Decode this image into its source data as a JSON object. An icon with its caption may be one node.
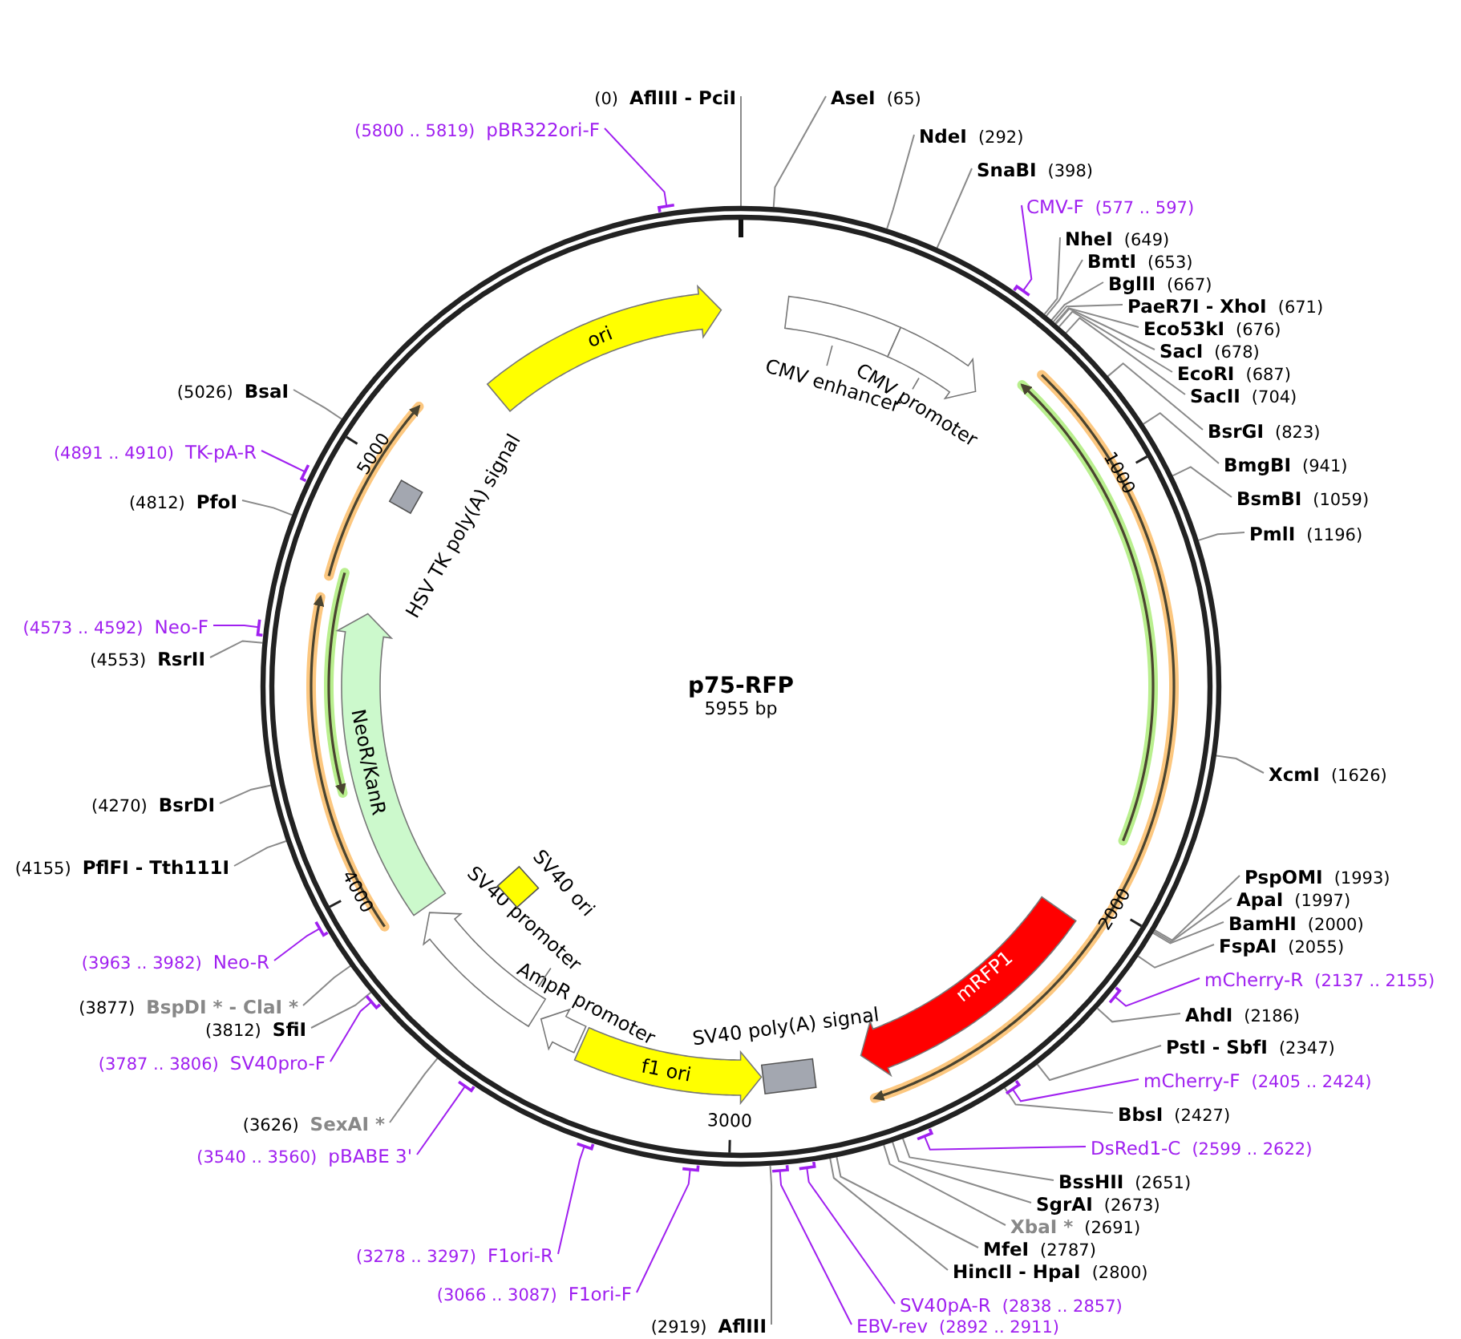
{
  "diagram": {
    "title": "p75-RFP",
    "nodes": [
      {
        "text": [
          "(0)",
          "AflIII - PciI"
        ]
      },
      {
        "text": [
          "AseI",
          "(65)"
        ]
      },
      {
        "text": [
          "NdeI",
          "(292)"
        ]
      },
      {
        "text": [
          "SnaBI",
          "(398)"
        ]
      },
      {
        "text": [
          "CMV-F",
          "(577 .. 597)"
        ]
      },
      {
        "text": [
          "NheI",
          "(649)"
        ]
      },
      {
        "text": [
          "BmtI",
          "(653)"
        ]
      },
      {
        "text": [
          "BglII",
          "(667)"
        ]
      },
      {
        "text": [
          "PaeR7I - XhoI",
          "(671)"
        ]
      },
      {
        "text": [
          "Eco53kI",
          "(676)"
        ]
      },
      {
        "text": [
          "SacI",
          "(678)"
        ]
      },
      {
        "text": [
          "EcoRI",
          "(687)"
        ]
      },
      {
        "text": [
          "SacII",
          "(704)"
        ]
      },
      {
        "text": [
          "BsrGI",
          "(823)"
        ]
      },
      {
        "text": [
          "BmgBI",
          "(941)"
        ]
      },
      {
        "text": [
          "BsmBI",
          "(1059)"
        ]
      },
      {
        "text": [
          "PmlI",
          "(1196)"
        ]
      },
      {
        "text": [
          "XcmI",
          "(1626)"
        ]
      },
      {
        "text": [
          "PspOMI",
          "(1993)"
        ]
      },
      {
        "text": [
          "ApaI",
          "(1997)"
        ]
      },
      {
        "text": [
          "BamHI",
          "(2000)"
        ]
      },
      {
        "text": [
          "FspAI",
          "(2055)"
        ]
      },
      {
        "text": [
          "mCherry-R",
          "(2137 .. 2155)"
        ]
      },
      {
        "text": [
          "AhdI",
          "(2186)"
        ]
      },
      {
        "text": [
          "PstI - SbfI",
          "(2347)"
        ]
      },
      {
        "text": [
          "mCherry-F",
          "(2405 .. 2424)"
        ]
      },
      {
        "text": [
          "BbsI",
          "(2427)"
        ]
      },
      {
        "text": [
          "DsRed1-C",
          "(2599 .. 2622)"
        ]
      },
      {
        "text": [
          "BssHII",
          "(2651)"
        ]
      },
      {
        "text": [
          "SgrAI",
          "(2673)"
        ]
      },
      {
        "text": [
          "XbaI *",
          "(2691)"
        ]
      },
      {
        "text": [
          "MfeI",
          "(2787)"
        ]
      },
      {
        "text": [
          "HincII - HpaI",
          "(2800)"
        ]
      },
      {
        "text": [
          "SV40pA-R",
          "(2838 .. 2857)"
        ]
      },
      {
        "text": [
          "EBV-rev",
          "(2892 .. 2911)"
        ]
      },
      {
        "text": [
          "(2919)",
          "AflIII"
        ]
      },
      {
        "text": [
          "(3066 .. 3087)",
          "F1ori-F"
        ]
      },
      {
        "text": [
          "(3278 .. 3297)",
          "F1ori-R"
        ]
      },
      {
        "text": [
          "(3540 .. 3560)",
          "pBABE 3'"
        ]
      },
      {
        "text": [
          "(3626)",
          "SexAI *"
        ]
      },
      {
        "text": [
          "(3787 .. 3806)",
          "SV40pro-F"
        ]
      },
      {
        "text": [
          "(3812)",
          "SfiI"
        ]
      },
      {
        "text": [
          "(3877)",
          "BspDI * - ClaI *"
        ]
      },
      {
        "text": [
          "(3963 .. 3982)",
          "Neo-R"
        ]
      },
      {
        "text": [
          "(4155)",
          "PflFI - Tth111I"
        ]
      },
      {
        "text": [
          "(4270)",
          "BsrDI"
        ]
      },
      {
        "text": [
          "(4553)",
          "RsrII"
        ]
      },
      {
        "text": [
          "(4573 .. 4592)",
          "Neo-F"
        ]
      },
      {
        "text": [
          "(4812)",
          "PfoI"
        ]
      },
      {
        "text": [
          "(4891 .. 4910)",
          "TK-pA-R"
        ]
      },
      {
        "text": [
          "(5026)",
          "BsaI"
        ]
      },
      {
        "text": [
          "(5800 .. 5819)",
          "pBR322ori-F"
        ]
      },
      {
        "text": [
          "ori"
        ]
      },
      {
        "text": [
          "CMV enhancer"
        ]
      },
      {
        "text": [
          "CMV promoter"
        ]
      },
      {
        "text": [
          "mRFP1"
        ]
      },
      {
        "text": [
          "SV40 poly(A) signal"
        ]
      },
      {
        "text": [
          "f1 ori"
        ]
      },
      {
        "text": [
          "AmpR promoter"
        ]
      },
      {
        "text": [
          "SV40 promoter"
        ]
      },
      {
        "text": [
          "SV40 ori"
        ]
      },
      {
        "text": [
          "NeoR/KanR"
        ]
      },
      {
        "text": [
          "HSV TK poly(A) signal"
        ]
      }
    ],
    "edges": [
      {
        "from": 0,
        "to": null,
        "arrow": "none"
      },
      {
        "from": 1,
        "to": null,
        "arrow": "none"
      },
      {
        "from": 2,
        "to": null,
        "arrow": "none"
      },
      {
        "from": 3,
        "to": null,
        "arrow": "none"
      },
      {
        "from": 4,
        "to": null,
        "arrow": "none",
        "color": "#a020f0"
      },
      {
        "from": 5,
        "to": null,
        "arrow": "none"
      },
      {
        "from": 6,
        "to": null,
        "arrow": "none"
      },
      {
        "from": 7,
        "to": null,
        "arrow": "none"
      },
      {
        "from": 8,
        "to": null,
        "arrow": "none"
      },
      {
        "from": 9,
        "to": null,
        "arrow": "none"
      },
      {
        "from": 10,
        "to": null,
        "arrow": "none"
      },
      {
        "from": 11,
        "to": null,
        "arrow": "none"
      },
      {
        "from": 12,
        "to": null,
        "arrow": "none"
      },
      {
        "from": 13,
        "to": null,
        "arrow": "none"
      },
      {
        "from": 14,
        "to": null,
        "arrow": "none"
      },
      {
        "from": 15,
        "to": null,
        "arrow": "none"
      },
      {
        "from": 16,
        "to": null,
        "arrow": "none"
      },
      {
        "from": 17,
        "to": null,
        "arrow": "none"
      },
      {
        "from": 18,
        "to": null,
        "arrow": "none"
      },
      {
        "from": 19,
        "to": null,
        "arrow": "none"
      },
      {
        "from": 20,
        "to": null,
        "arrow": "none"
      },
      {
        "from": 21,
        "to": null,
        "arrow": "none"
      },
      {
        "from": 22,
        "to": null,
        "arrow": "none",
        "color": "#a020f0"
      },
      {
        "from": 23,
        "to": null,
        "arrow": "none"
      },
      {
        "from": 24,
        "to": null,
        "arrow": "none"
      },
      {
        "from": 25,
        "to": null,
        "arrow": "none",
        "color": "#a020f0"
      },
      {
        "from": 26,
        "to": null,
        "arrow": "none"
      },
      {
        "from": 27,
        "to": null,
        "arrow": "none",
        "color": "#a020f0"
      },
      {
        "from": 28,
        "to": null,
        "arrow": "none"
      },
      {
        "from": 29,
        "to": null,
        "arrow": "none"
      },
      {
        "from": 30,
        "to": null,
        "arrow": "none"
      },
      {
        "from": 31,
        "to": null,
        "arrow": "none"
      },
      {
        "from": 32,
        "to": null,
        "arrow": "none"
      },
      {
        "from": 33,
        "to": null,
        "arrow": "none",
        "color": "#a020f0"
      },
      {
        "from": 34,
        "to": null,
        "arrow": "none",
        "color": "#a020f0"
      },
      {
        "from": 35,
        "to": null,
        "arrow": "none"
      },
      {
        "from": 36,
        "to": null,
        "arrow": "none",
        "color": "#a020f0"
      },
      {
        "from": 37,
        "to": null,
        "arrow": "none",
        "color": "#a020f0"
      },
      {
        "from": 38,
        "to": null,
        "arrow": "none",
        "color": "#a020f0"
      },
      {
        "from": 39,
        "to": null,
        "arrow": "none"
      },
      {
        "from": 40,
        "to": null,
        "arrow": "none",
        "color": "#a020f0"
      },
      {
        "from": 41,
        "to": null,
        "arrow": "none"
      },
      {
        "from": 42,
        "to": null,
        "arrow": "none"
      },
      {
        "from": 43,
        "to": null,
        "arrow": "none",
        "color": "#a020f0"
      },
      {
        "from": 44,
        "to": null,
        "arrow": "none"
      },
      {
        "from": 45,
        "to": null,
        "arrow": "none"
      },
      {
        "from": 46,
        "to": null,
        "arrow": "none"
      },
      {
        "from": 47,
        "to": null,
        "arrow": "none",
        "color": "#a020f0"
      },
      {
        "from": 48,
        "to": null,
        "arrow": "none"
      },
      {
        "from": 49,
        "to": null,
        "arrow": "none",
        "color": "#a020f0"
      },
      {
        "from": 50,
        "to": null,
        "arrow": "none"
      },
      {
        "from": 51,
        "to": null,
        "arrow": "none",
        "color": "#a020f0"
      }
    ],
    "labels": [
      "1000",
      "2000",
      "3000",
      "4000",
      "5000",
      "5955 bp"
    ]
  }
}
